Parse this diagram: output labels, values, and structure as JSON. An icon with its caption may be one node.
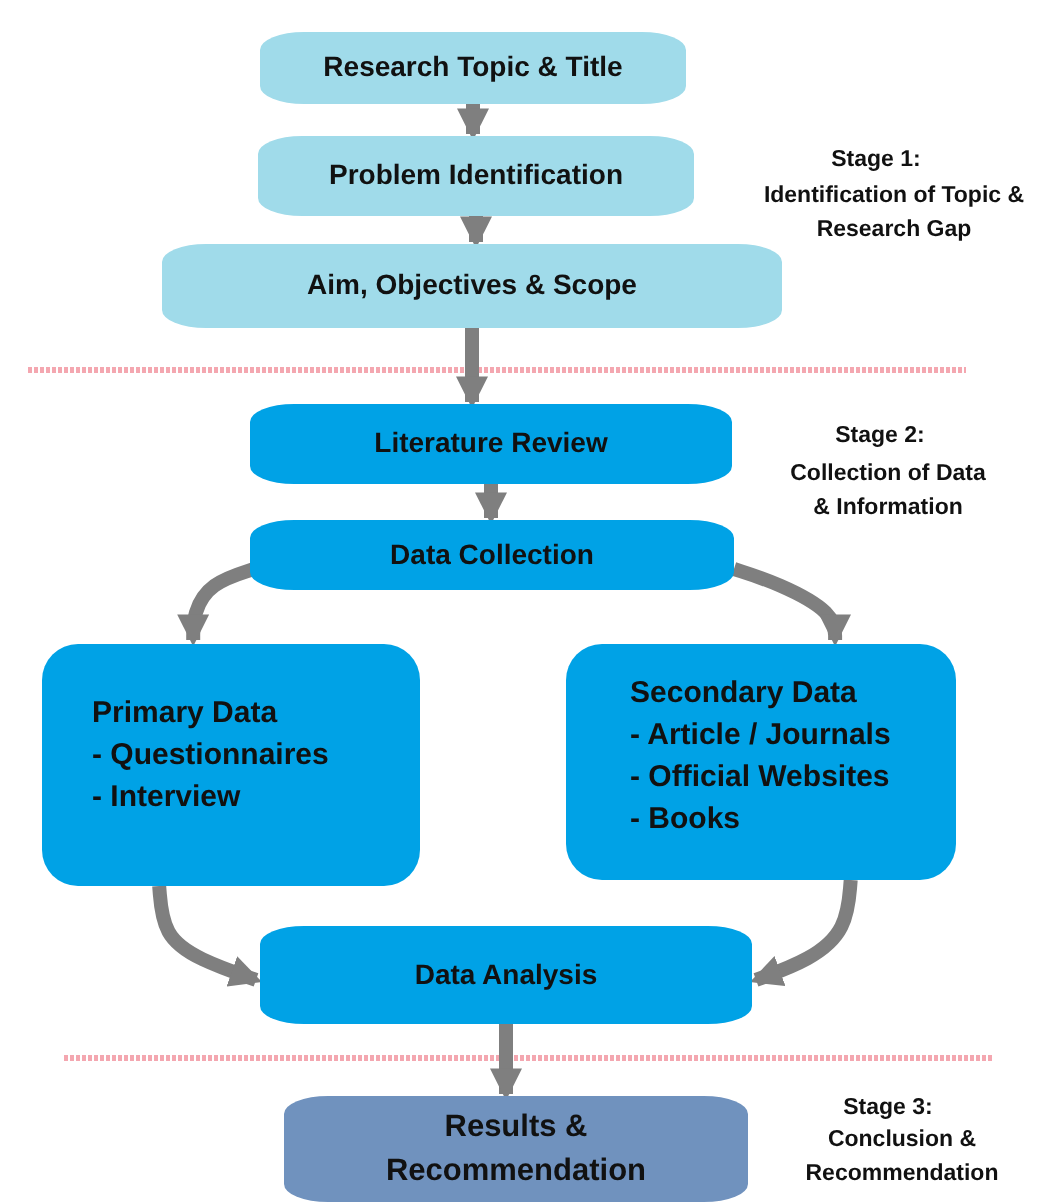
{
  "diagram": {
    "nodes": [
      {
        "text": [
          "Research Topic & Title"
        ]
      },
      {
        "text": [
          "Problem Identification"
        ]
      },
      {
        "text": [
          "Aim, Objectives & Scope"
        ]
      },
      {
        "text": [
          "Literature Review"
        ]
      },
      {
        "text": [
          "Data Collection"
        ]
      },
      {
        "text": [
          "Primary Data",
          "- Questionnaires",
          "- Interview"
        ]
      },
      {
        "text": [
          "Secondary Data",
          "- Article / Journals",
          "- Official Websites",
          "- Books"
        ]
      },
      {
        "text": [
          "Data Analysis"
        ]
      },
      {
        "text": [
          "Results & Recommendation"
        ]
      }
    ],
    "edges": [
      {
        "from": 0,
        "to": 1,
        "arrow": "to"
      },
      {
        "from": 1,
        "to": 2,
        "arrow": "to"
      },
      {
        "from": 2,
        "to": 3,
        "arrow": "to"
      },
      {
        "from": 3,
        "to": 4,
        "arrow": "to"
      },
      {
        "from": 4,
        "to": 5,
        "arrow": "to"
      },
      {
        "from": 4,
        "to": 6,
        "arrow": "to"
      },
      {
        "from": 5,
        "to": 7,
        "arrow": "to"
      },
      {
        "from": 6,
        "to": 7,
        "arrow": "to"
      },
      {
        "from": 7,
        "to": 8,
        "arrow": "to"
      }
    ],
    "labels": [
      "Stage 1:",
      "Identification of Topic & Research Gap",
      "Stage 2:",
      "Collection of Data & Information",
      "Stage 3:",
      "Conclusion & Recommendation"
    ]
  }
}
